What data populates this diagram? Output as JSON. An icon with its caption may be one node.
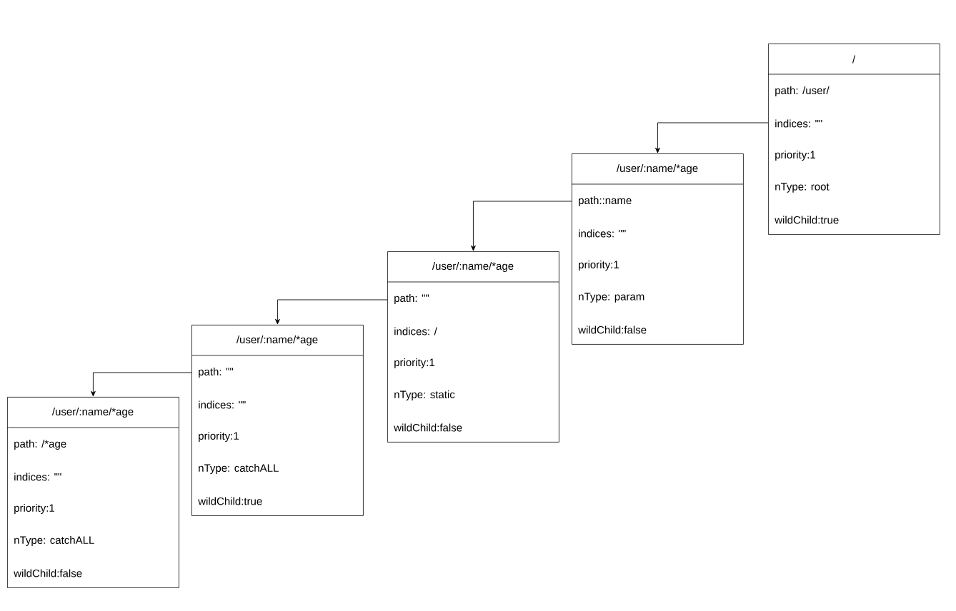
{
  "diagram": {
    "nodes": [
      {
        "text": [
          "/",
          "path: /user/",
          "indices: \"\"",
          "priority:1",
          "nType: root",
          "wildChild:true"
        ]
      },
      {
        "text": [
          "/user/:name/*age",
          "path::name",
          "indices: \"\"",
          "priority:1",
          "nType: param",
          "wildChild:false"
        ]
      },
      {
        "text": [
          "/user/:name/*age",
          "path: \"\"",
          "indices: /",
          "priority:1",
          "nType: static",
          "wildChild:false"
        ]
      },
      {
        "text": [
          "/user/:name/*age",
          "path: \"\"",
          "indices: \"\"",
          "priority:1",
          "nType: catchALL",
          "wildChild:true"
        ]
      },
      {
        "text": [
          "/user/:name/*age",
          "path: /*age",
          "indices: \"\"",
          "priority:1",
          "nType: catchALL",
          "wildChild:false"
        ]
      }
    ],
    "edges": [
      {
        "from": 0,
        "to": 1,
        "arrow": "to"
      },
      {
        "from": 1,
        "to": 2,
        "arrow": "to"
      },
      {
        "from": 2,
        "to": 3,
        "arrow": "to"
      },
      {
        "from": 3,
        "to": 4,
        "arrow": "to"
      }
    ]
  }
}
